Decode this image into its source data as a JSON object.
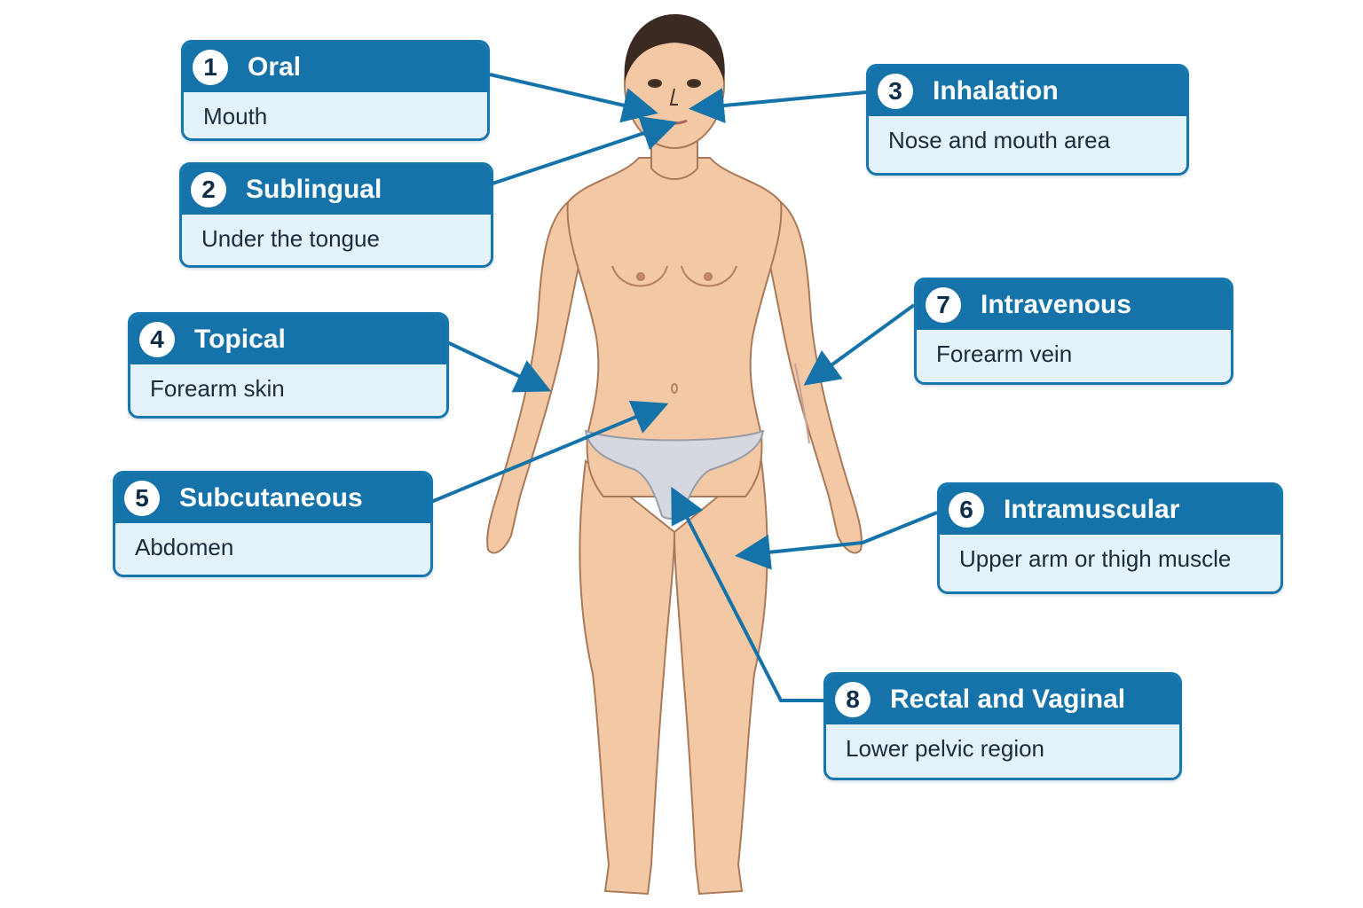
{
  "colors": {
    "accent": "#1673a9",
    "panel": "#e3f2fb",
    "skin": "#f2c9a4",
    "underwear": "#d6d8e0"
  },
  "callouts": [
    {
      "number": "1",
      "title": "Oral",
      "description": "Mouth"
    },
    {
      "number": "2",
      "title": "Sublingual",
      "description": "Under the tongue"
    },
    {
      "number": "3",
      "title": "Inhalation",
      "description": "Nose and mouth area"
    },
    {
      "number": "4",
      "title": "Topical",
      "description": "Forearm skin"
    },
    {
      "number": "5",
      "title": "Subcutaneous",
      "description": "Abdomen"
    },
    {
      "number": "6",
      "title": "Intramuscular",
      "description": "Upper arm or thigh muscle"
    },
    {
      "number": "7",
      "title": "Intravenous",
      "description": "Forearm vein"
    },
    {
      "number": "8",
      "title": "Rectal and Vaginal",
      "description": "Lower pelvic region"
    }
  ]
}
